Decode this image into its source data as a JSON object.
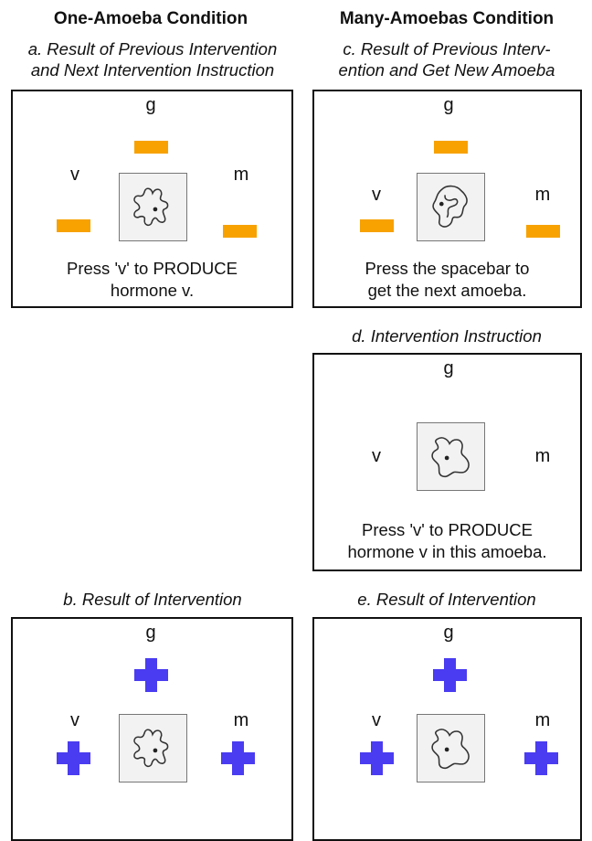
{
  "columns": {
    "left_title": "One-Amoeba Condition",
    "right_title": "Many-Amoebas Condition"
  },
  "panels": {
    "a": {
      "caption_line1": "a. Result of Previous Intervention",
      "caption_line2": "and Next Intervention Instruction",
      "labels": {
        "g": "g",
        "v": "v",
        "m": "m"
      },
      "indicator": "orange-dash",
      "instruction_line1": "Press 'v' to PRODUCE",
      "instruction_line2": "hormone v."
    },
    "b": {
      "caption": "b. Result of Intervention",
      "labels": {
        "g": "g",
        "v": "v",
        "m": "m"
      },
      "indicator": "blue-plus"
    },
    "c": {
      "caption_line1": "c. Result of Previous Interv-",
      "caption_line2": "ention and Get New Amoeba",
      "labels": {
        "g": "g",
        "v": "v",
        "m": "m"
      },
      "indicator": "orange-dash",
      "instruction_line1": "Press the spacebar to",
      "instruction_line2": "get the next amoeba."
    },
    "d": {
      "caption": "d. Intervention Instruction",
      "labels": {
        "g": "g",
        "v": "v",
        "m": "m"
      },
      "instruction_line1": "Press 'v' to PRODUCE",
      "instruction_line2": "hormone v in this amoeba."
    },
    "e": {
      "caption": "e. Result of Intervention",
      "labels": {
        "g": "g",
        "v": "v",
        "m": "m"
      },
      "indicator": "blue-plus"
    }
  },
  "colors": {
    "orange_dash": "#f7a200",
    "blue_plus": "#4a3cf0"
  }
}
